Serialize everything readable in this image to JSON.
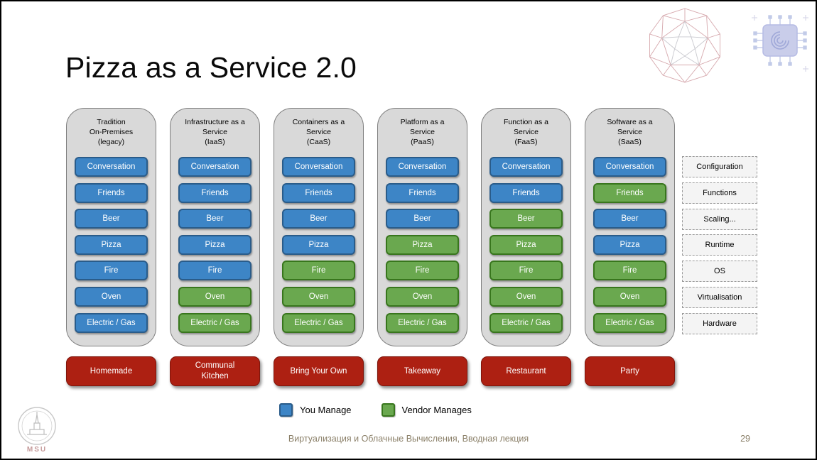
{
  "slide": {
    "title": "Pizza as a Service 2.0",
    "footer": "Виртуализация и Облачные Вычисления, Вводная лекция",
    "page_number": "29",
    "msu_label": "MSU"
  },
  "colors": {
    "you_manage": "#3d85c6",
    "you_manage_border": "#2a5c8a",
    "vendor_manages": "#6aa84f",
    "vendor_manages_border": "#38761d",
    "bottom_button": "#ad2012",
    "bottom_button_border": "#7e150b",
    "column_bg": "#d9d9d9"
  },
  "legend": [
    {
      "key": "you",
      "label": "You Manage"
    },
    {
      "key": "vendor",
      "label": "Vendor Manages"
    }
  ],
  "stack_labels": [
    "Configuration",
    "Functions",
    "Scaling...",
    "Runtime",
    "OS",
    "Virtualisation",
    "Hardware"
  ],
  "columns": [
    {
      "header_lines": [
        "Tradition",
        "On-Premises",
        "(legacy)"
      ],
      "bottom_label": "Homemade",
      "items": [
        {
          "label": "Conversation",
          "owner": "you"
        },
        {
          "label": "Friends",
          "owner": "you"
        },
        {
          "label": "Beer",
          "owner": "you"
        },
        {
          "label": "Pizza",
          "owner": "you"
        },
        {
          "label": "Fire",
          "owner": "you"
        },
        {
          "label": "Oven",
          "owner": "you"
        },
        {
          "label": "Electric / Gas",
          "owner": "you"
        }
      ]
    },
    {
      "header_lines": [
        "Infrastructure as a",
        "Service",
        "(IaaS)"
      ],
      "bottom_label": "Communal Kitchen",
      "items": [
        {
          "label": "Conversation",
          "owner": "you"
        },
        {
          "label": "Friends",
          "owner": "you"
        },
        {
          "label": "Beer",
          "owner": "you"
        },
        {
          "label": "Pizza",
          "owner": "you"
        },
        {
          "label": "Fire",
          "owner": "you"
        },
        {
          "label": "Oven",
          "owner": "vendor"
        },
        {
          "label": "Electric / Gas",
          "owner": "vendor"
        }
      ]
    },
    {
      "header_lines": [
        "Containers as a",
        "Service",
        "(CaaS)"
      ],
      "bottom_label": "Bring Your Own",
      "items": [
        {
          "label": "Conversation",
          "owner": "you"
        },
        {
          "label": "Friends",
          "owner": "you"
        },
        {
          "label": "Beer",
          "owner": "you"
        },
        {
          "label": "Pizza",
          "owner": "you"
        },
        {
          "label": "Fire",
          "owner": "vendor"
        },
        {
          "label": "Oven",
          "owner": "vendor"
        },
        {
          "label": "Electric / Gas",
          "owner": "vendor"
        }
      ]
    },
    {
      "header_lines": [
        "Platform as a",
        "Service",
        "(PaaS)"
      ],
      "bottom_label": "Takeaway",
      "items": [
        {
          "label": "Conversation",
          "owner": "you"
        },
        {
          "label": "Friends",
          "owner": "you"
        },
        {
          "label": "Beer",
          "owner": "you"
        },
        {
          "label": "Pizza",
          "owner": "vendor"
        },
        {
          "label": "Fire",
          "owner": "vendor"
        },
        {
          "label": "Oven",
          "owner": "vendor"
        },
        {
          "label": "Electric / Gas",
          "owner": "vendor"
        }
      ]
    },
    {
      "header_lines": [
        "Function as a",
        "Service",
        "(FaaS)"
      ],
      "bottom_label": "Restaurant",
      "items": [
        {
          "label": "Conversation",
          "owner": "you"
        },
        {
          "label": "Friends",
          "owner": "you"
        },
        {
          "label": "Beer",
          "owner": "vendor"
        },
        {
          "label": "Pizza",
          "owner": "vendor"
        },
        {
          "label": "Fire",
          "owner": "vendor"
        },
        {
          "label": "Oven",
          "owner": "vendor"
        },
        {
          "label": "Electric / Gas",
          "owner": "vendor"
        }
      ]
    },
    {
      "header_lines": [
        "Software as a",
        "Service",
        "(SaaS)"
      ],
      "bottom_label": "Party",
      "items": [
        {
          "label": "Conversation",
          "owner": "you"
        },
        {
          "label": "Friends",
          "owner": "vendor"
        },
        {
          "label": "Beer",
          "owner": "you"
        },
        {
          "label": "Pizza",
          "owner": "you"
        },
        {
          "label": "Fire",
          "owner": "vendor"
        },
        {
          "label": "Oven",
          "owner": "vendor"
        },
        {
          "label": "Electric / Gas",
          "owner": "vendor"
        }
      ]
    }
  ],
  "icons": {
    "geodesic_sphere": "wireframe-polyhedron-decoration",
    "chip": "processor-chip-decoration",
    "msu_logo": "moscow-state-university-emblem"
  }
}
